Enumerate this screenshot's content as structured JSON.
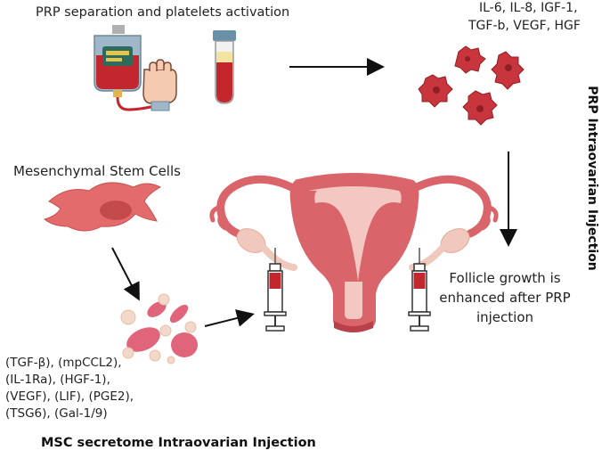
{
  "labels": {
    "prp_title": "PRP separation and platelets activation",
    "growth_factors_line1": "IL-6, IL-8, IGF-1,",
    "growth_factors_line2": "TGF-b, VEGF, HGF",
    "msc_title": "Mesenchymal Stem Cells",
    "follicle_line1": "Follicle growth is",
    "follicle_line2": "enhanced after PRP",
    "follicle_line3": "injection",
    "prp_injection_vertical": "PRP Intraovarian Injection",
    "msc_injection_bottom": "MSC secretome Intraovarian Injection"
  },
  "secretome_factors": [
    "(TGF-β), (mpCCL2),",
    "(IL-1Ra), (HGF-1),",
    "(VEGF), (LIF), (PGE2),",
    "(TSG6), (Gal-1/9)"
  ],
  "colors": {
    "uterus": "#d9646a",
    "uterus_dark": "#b94048",
    "platelet": "#c9353d",
    "msc": "#e46b6b",
    "blood": "#c2272d",
    "arrow": "#111111"
  }
}
